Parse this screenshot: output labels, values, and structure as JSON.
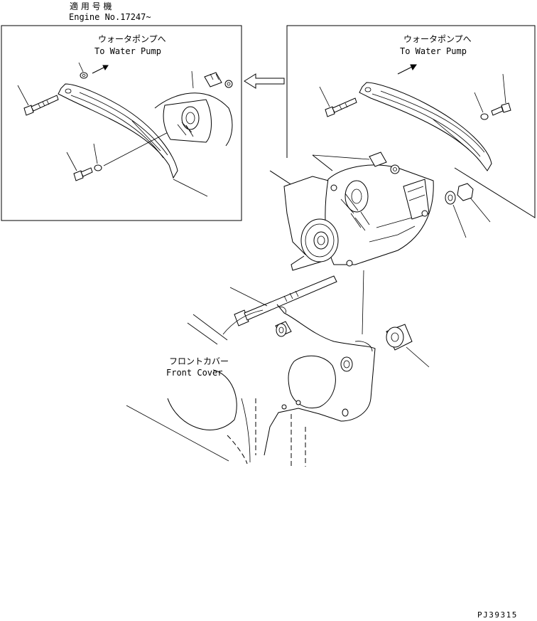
{
  "header": {
    "applicability_label": "適 用 号 機",
    "engine_serial": "Engine No.17247~"
  },
  "left_panel": {
    "label_jp": "ウォータポンプへ",
    "label_en": "To Water Pump"
  },
  "right_panel": {
    "label_jp": "ウォータポンプへ",
    "label_en": "To Water Pump"
  },
  "front_cover": {
    "label_jp": "フロントカバー",
    "label_en": "Front Cover"
  },
  "drawing_code": "PJ39315"
}
